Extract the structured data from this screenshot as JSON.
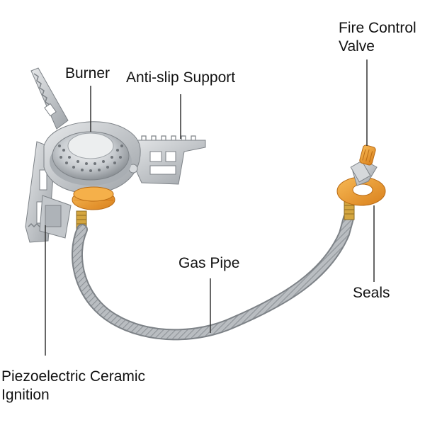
{
  "labels": {
    "burner": "Burner",
    "anti_slip_support": "Anti-slip Support",
    "fire_control_valve_line1": "Fire Control",
    "fire_control_valve_line2": "Valve",
    "gas_pipe": "Gas Pipe",
    "seals": "Seals",
    "piezo_line1": "Piezoelectric Ceramic",
    "piezo_line2": "Ignition"
  },
  "colors": {
    "steel": "#c9ccd0",
    "steel_dark": "#8e9398",
    "orange": "#f0a030",
    "brass": "#d4a640",
    "leader_line": "#333333"
  }
}
